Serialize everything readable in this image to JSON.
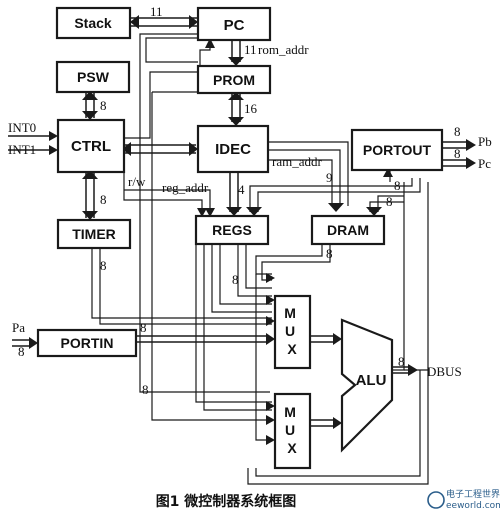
{
  "blocks": {
    "stack": "Stack",
    "pc": "PC",
    "psw": "PSW",
    "prom": "PROM",
    "ctrl": "CTRL",
    "idec": "IDEC",
    "portout": "PORTOUT",
    "timer": "TIMER",
    "regs": "REGS",
    "dram": "DRAM",
    "portin": "PORTIN",
    "mux_top": "M\nU\nX",
    "mux_bottom": "M\nU\nX",
    "alu": "ALU"
  },
  "signals": {
    "rom_addr": "rom_addr",
    "ram_addr": "ram_addr",
    "reg_addr": "reg_addr",
    "rw": "r/w",
    "int0": "INT0",
    "int1": "INT1",
    "pa": "Pa",
    "pb": "Pb",
    "pc_out": "Pc",
    "dbus": "DBUS"
  },
  "widths": {
    "stack_pc": "11",
    "pc_prom": "11",
    "prom_idec": "16",
    "psw_ctrl": "8",
    "ctrl_timer": "8",
    "idec_regs": "4",
    "ram_addr": "9",
    "regs_bus": "8",
    "dram_bus": "8",
    "timer_mux": "8",
    "portin_mux": "8",
    "pa_in": "8",
    "left_bus": "8",
    "alu_out": "8",
    "pb": "8",
    "pc": "8",
    "portout_in": "8",
    "top_right": "8"
  },
  "caption": "图1   微控制器系统框图",
  "watermark": {
    "name": "电子工程世界",
    "url": "eeworld.com.cn"
  }
}
